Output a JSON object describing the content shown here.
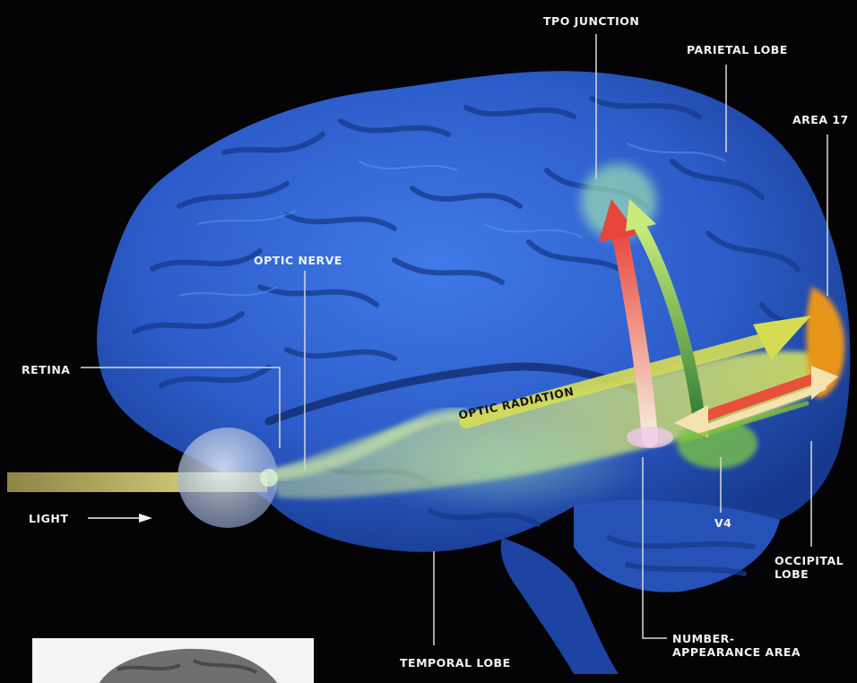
{
  "labels": {
    "tpo_junction": "TPO JUNCTION",
    "parietal_lobe": "PARIETAL LOBE",
    "area_17": "AREA 17",
    "optic_nerve": "OPTIC NERVE",
    "retina": "RETINA",
    "optic_radiation": "OPTIC RADIATION",
    "light": "LIGHT",
    "v4": "V4",
    "occipital_lobe_line1": "OCCIPITAL",
    "occipital_lobe_line2": "LOBE",
    "temporal_lobe": "TEMPORAL LOBE",
    "number_area_line1": "NUMBER-",
    "number_area_line2": "APPEARANCE AREA"
  },
  "colors": {
    "background": "#040406",
    "brain": "#2f63d6",
    "brain_dark": "#15306f",
    "light_beam": "#b8a84a",
    "radiation": "#c9e07a",
    "area17": "#e8951e",
    "arrow_red": "#e8503a",
    "arrow_green": "#7ec23a",
    "arrow_cream": "#f5e2b0"
  }
}
